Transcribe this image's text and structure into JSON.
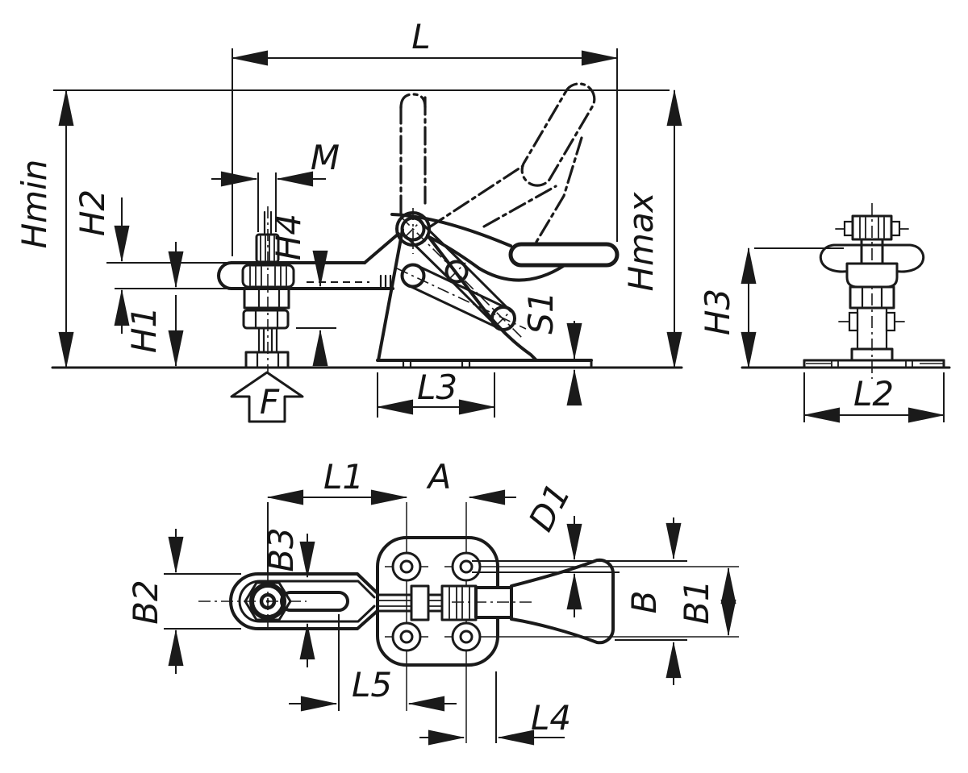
{
  "drawing": {
    "background": "#ffffff",
    "line_color": "#1a1a1a",
    "views": {
      "side": {
        "labels": {
          "l": "L",
          "hmin": "Hmin",
          "hmax": "Hmax",
          "m": "M",
          "h2": "H2",
          "h4": "H4",
          "h1": "H1",
          "s1": "S1",
          "f": "F",
          "l3": "L3"
        }
      },
      "front": {
        "labels": {
          "h3": "H3",
          "l2": "L2"
        }
      },
      "plan": {
        "labels": {
          "l1": "L1",
          "a": "A",
          "d1": "D1",
          "b3": "B3",
          "b2": "B2",
          "l5": "L5",
          "l4": "L4",
          "b": "B",
          "b1": "B1"
        }
      }
    }
  }
}
